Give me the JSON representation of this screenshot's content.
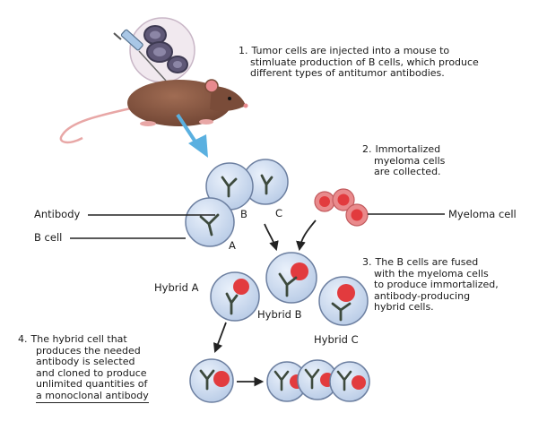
{
  "steps": {
    "step1": {
      "number": "1.",
      "lines": [
        "Tumor cells are injected into a mouse to",
        "stimluate production of B cells, which produce",
        "different types of antitumor antibodies."
      ]
    },
    "step2": {
      "number": "2.",
      "lines": [
        "Immortalized",
        "myeloma cells",
        "are collected."
      ]
    },
    "step3": {
      "number": "3.",
      "lines": [
        "The B cells are fused",
        "with the myeloma cells",
        "to produce immortalized,",
        "antibody-producing",
        "hybrid cells."
      ]
    },
    "step4": {
      "number": "4.",
      "lines": [
        "The hybrid cell that",
        "produces the needed",
        "antibody is selected",
        "and cloned to produce",
        "unlimited quantities of",
        "a monoclonal antibody"
      ]
    }
  },
  "labels": {
    "antibody": "Antibody",
    "b_cell": "B cell",
    "myeloma_cell": "Myeloma cell",
    "cell_a": "A",
    "cell_b": "B",
    "cell_c": "C",
    "hybrid_a": "Hybrid A",
    "hybrid_b": "Hybrid B",
    "hybrid_c": "Hybrid C"
  },
  "colors": {
    "cell_fill": "#c9d9ef",
    "cell_stroke": "#6c7fa0",
    "nucleus_red": "#e23b3e",
    "myeloma_fill": "#e98a8c",
    "mouse_body": "#8b5a44",
    "mouse_ear": "#e88a8e",
    "arrow_blue": "#5ab0e0",
    "antibody_dark": "#3d4a3d",
    "syringe": "#a9c7e6"
  }
}
